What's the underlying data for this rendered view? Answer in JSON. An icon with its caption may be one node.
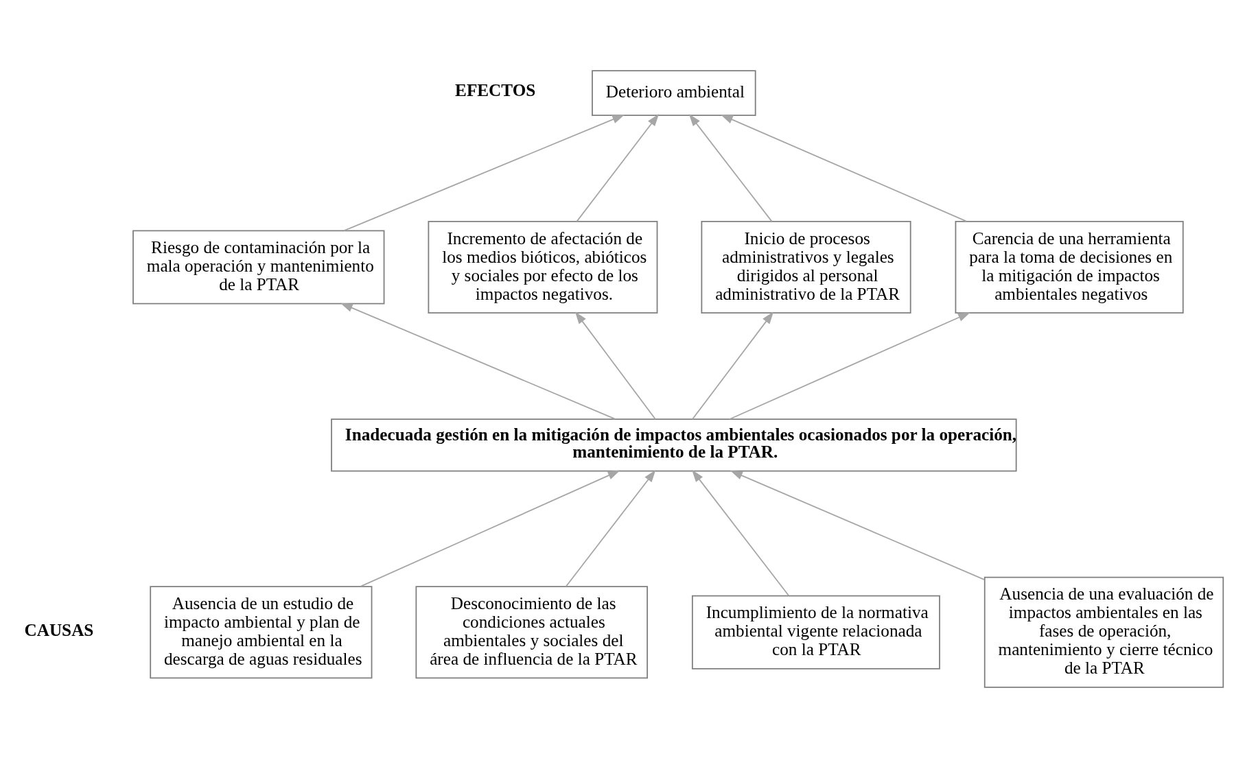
{
  "diagram": {
    "nodes": [
      {
        "text": [
          "Deterioro ambiental"
        ]
      },
      {
        "text": [
          "Riesgo de contaminación por la mala operación y mantenimiento de la PTAR"
        ]
      },
      {
        "text": [
          "Incremento de afectación de los medios bióticos, abióticos y sociales por efecto de los impactos negativos."
        ]
      },
      {
        "text": [
          "Inicio de procesos administrativos y legales dirigidos al personal administrativo de la PTAR"
        ]
      },
      {
        "text": [
          "Carencia de una herramienta para la toma de decisiones en la mitigación de impactos ambientales negativos"
        ]
      },
      {
        "text": [
          "Inadecuada gestión en la mitigación de impactos ambientales ocasionados por la operación, mantenimiento de la PTAR."
        ]
      },
      {
        "text": [
          "Ausencia de un estudio de impacto ambiental y plan de manejo ambiental en la descarga de aguas residuales"
        ]
      },
      {
        "text": [
          "Desconocimiento de las condiciones actuales ambientales y sociales del área de influencia de la PTAR"
        ]
      },
      {
        "text": [
          "Incumplimiento de la normativa ambiental vigente relacionada con la PTAR"
        ]
      },
      {
        "text": [
          "Ausencia de una evaluación de impactos ambientales en las fases de operación, mantenimiento y cierre técnico de la PTAR"
        ]
      }
    ],
    "edges": [
      {
        "from": 1,
        "to": 0,
        "arrow": "to"
      },
      {
        "from": 2,
        "to": 0,
        "arrow": "to"
      },
      {
        "from": 3,
        "to": 0,
        "arrow": "to"
      },
      {
        "from": 4,
        "to": 0,
        "arrow": "to"
      },
      {
        "from": 5,
        "to": 1,
        "arrow": "to"
      },
      {
        "from": 5,
        "to": 2,
        "arrow": "to"
      },
      {
        "from": 5,
        "to": 3,
        "arrow": "to"
      },
      {
        "from": 5,
        "to": 4,
        "arrow": "to"
      },
      {
        "from": 6,
        "to": 5,
        "arrow": "to"
      },
      {
        "from": 7,
        "to": 5,
        "arrow": "to"
      },
      {
        "from": 8,
        "to": 5,
        "arrow": "to"
      },
      {
        "from": 9,
        "to": 5,
        "arrow": "to"
      }
    ],
    "labels": [
      "EFECTOS",
      "CAUSAS"
    ]
  }
}
